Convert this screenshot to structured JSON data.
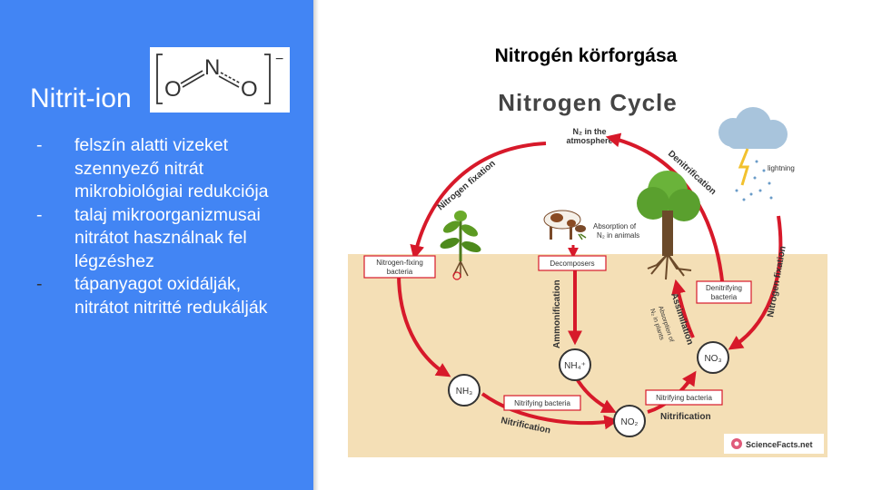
{
  "slide": {
    "title": "Nitrit-ion",
    "bullets": [
      "felszín alatti vizeket szennyező nitrát mikrobiológiai redukciója",
      "talaj mikroorganizmusai nitrátot használnak fel légzéshez",
      "tápanyagot oxidálják, nitrátot nitritté redukálják"
    ],
    "bullet_marker": "-",
    "formula": {
      "atom_o1": "O",
      "atom_n": "N",
      "atom_o2": "O",
      "charge": "−"
    }
  },
  "diagram": {
    "caption": "Nitrogén körforgása",
    "title": "Nitrogen Cycle",
    "n2_line1": "N₂ in the",
    "n2_line2": "atmosphere",
    "nitrogen_fixation": "Nitrogen fixation",
    "denitrification": "Denitrification",
    "lightning": "lightning",
    "absorption_animals_line1": "Absorption of",
    "absorption_animals_line2": "N₂ in animals",
    "box_nitrogen_fixing": [
      "Nitrogen-fixing",
      "bacteria"
    ],
    "box_decomposers": "Decomposers",
    "box_denitrifying": [
      "Denitrifying",
      "bacteria"
    ],
    "ammonification": "Ammonification",
    "assimilation": "Assimilation",
    "absorption_plants_line1": "Absorption of",
    "absorption_plants_line2": "N₂ in plants",
    "node_nh3": "NH₃",
    "node_nh4": "NH₄⁺",
    "node_no2": "NO₂",
    "node_no3": "NO₃",
    "box_nitrifying_1": "Nitrifying bacteria",
    "box_nitrifying_2": "Nitrifying bacteria",
    "nitrification_1": "Nitrification",
    "nitrification_2": "Nitrification",
    "logo": "ScienceFacts.net"
  },
  "colors": {
    "panel": "#4285f4",
    "arrow": "#d7192a",
    "sky": "#ffffff",
    "ground": "#f4dfb6",
    "box_border": "#d7192a"
  }
}
